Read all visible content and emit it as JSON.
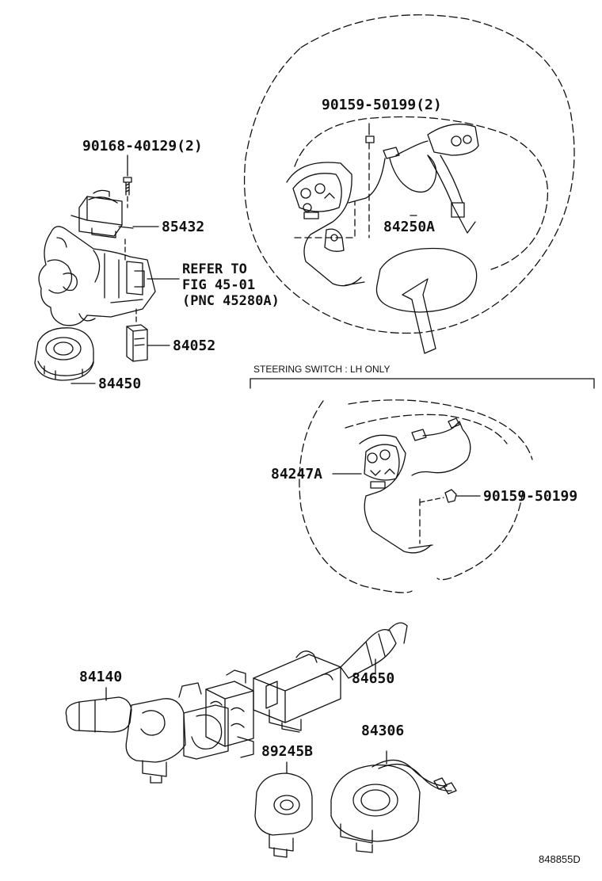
{
  "labels": {
    "bolt_column": "90168-40129(2)",
    "part_85432": "85432",
    "refer_line1": "REFER TO",
    "refer_line2": "FIG 45-01",
    "refer_line3": "(PNC 45280A)",
    "part_84052": "84052",
    "part_84450": "84450",
    "screw_wheel": "90159-50199(2)",
    "part_84250A": "84250A",
    "section_title": "STEERING SWITCH : LH ONLY",
    "part_84247A": "84247A",
    "screw_single": "90159-50199",
    "part_84140": "84140",
    "part_84650": "84650",
    "part_89245B": "89245B",
    "part_84306": "84306",
    "figure_code": "848855D"
  },
  "colors": {
    "line": "#111111",
    "background": "#ffffff"
  }
}
